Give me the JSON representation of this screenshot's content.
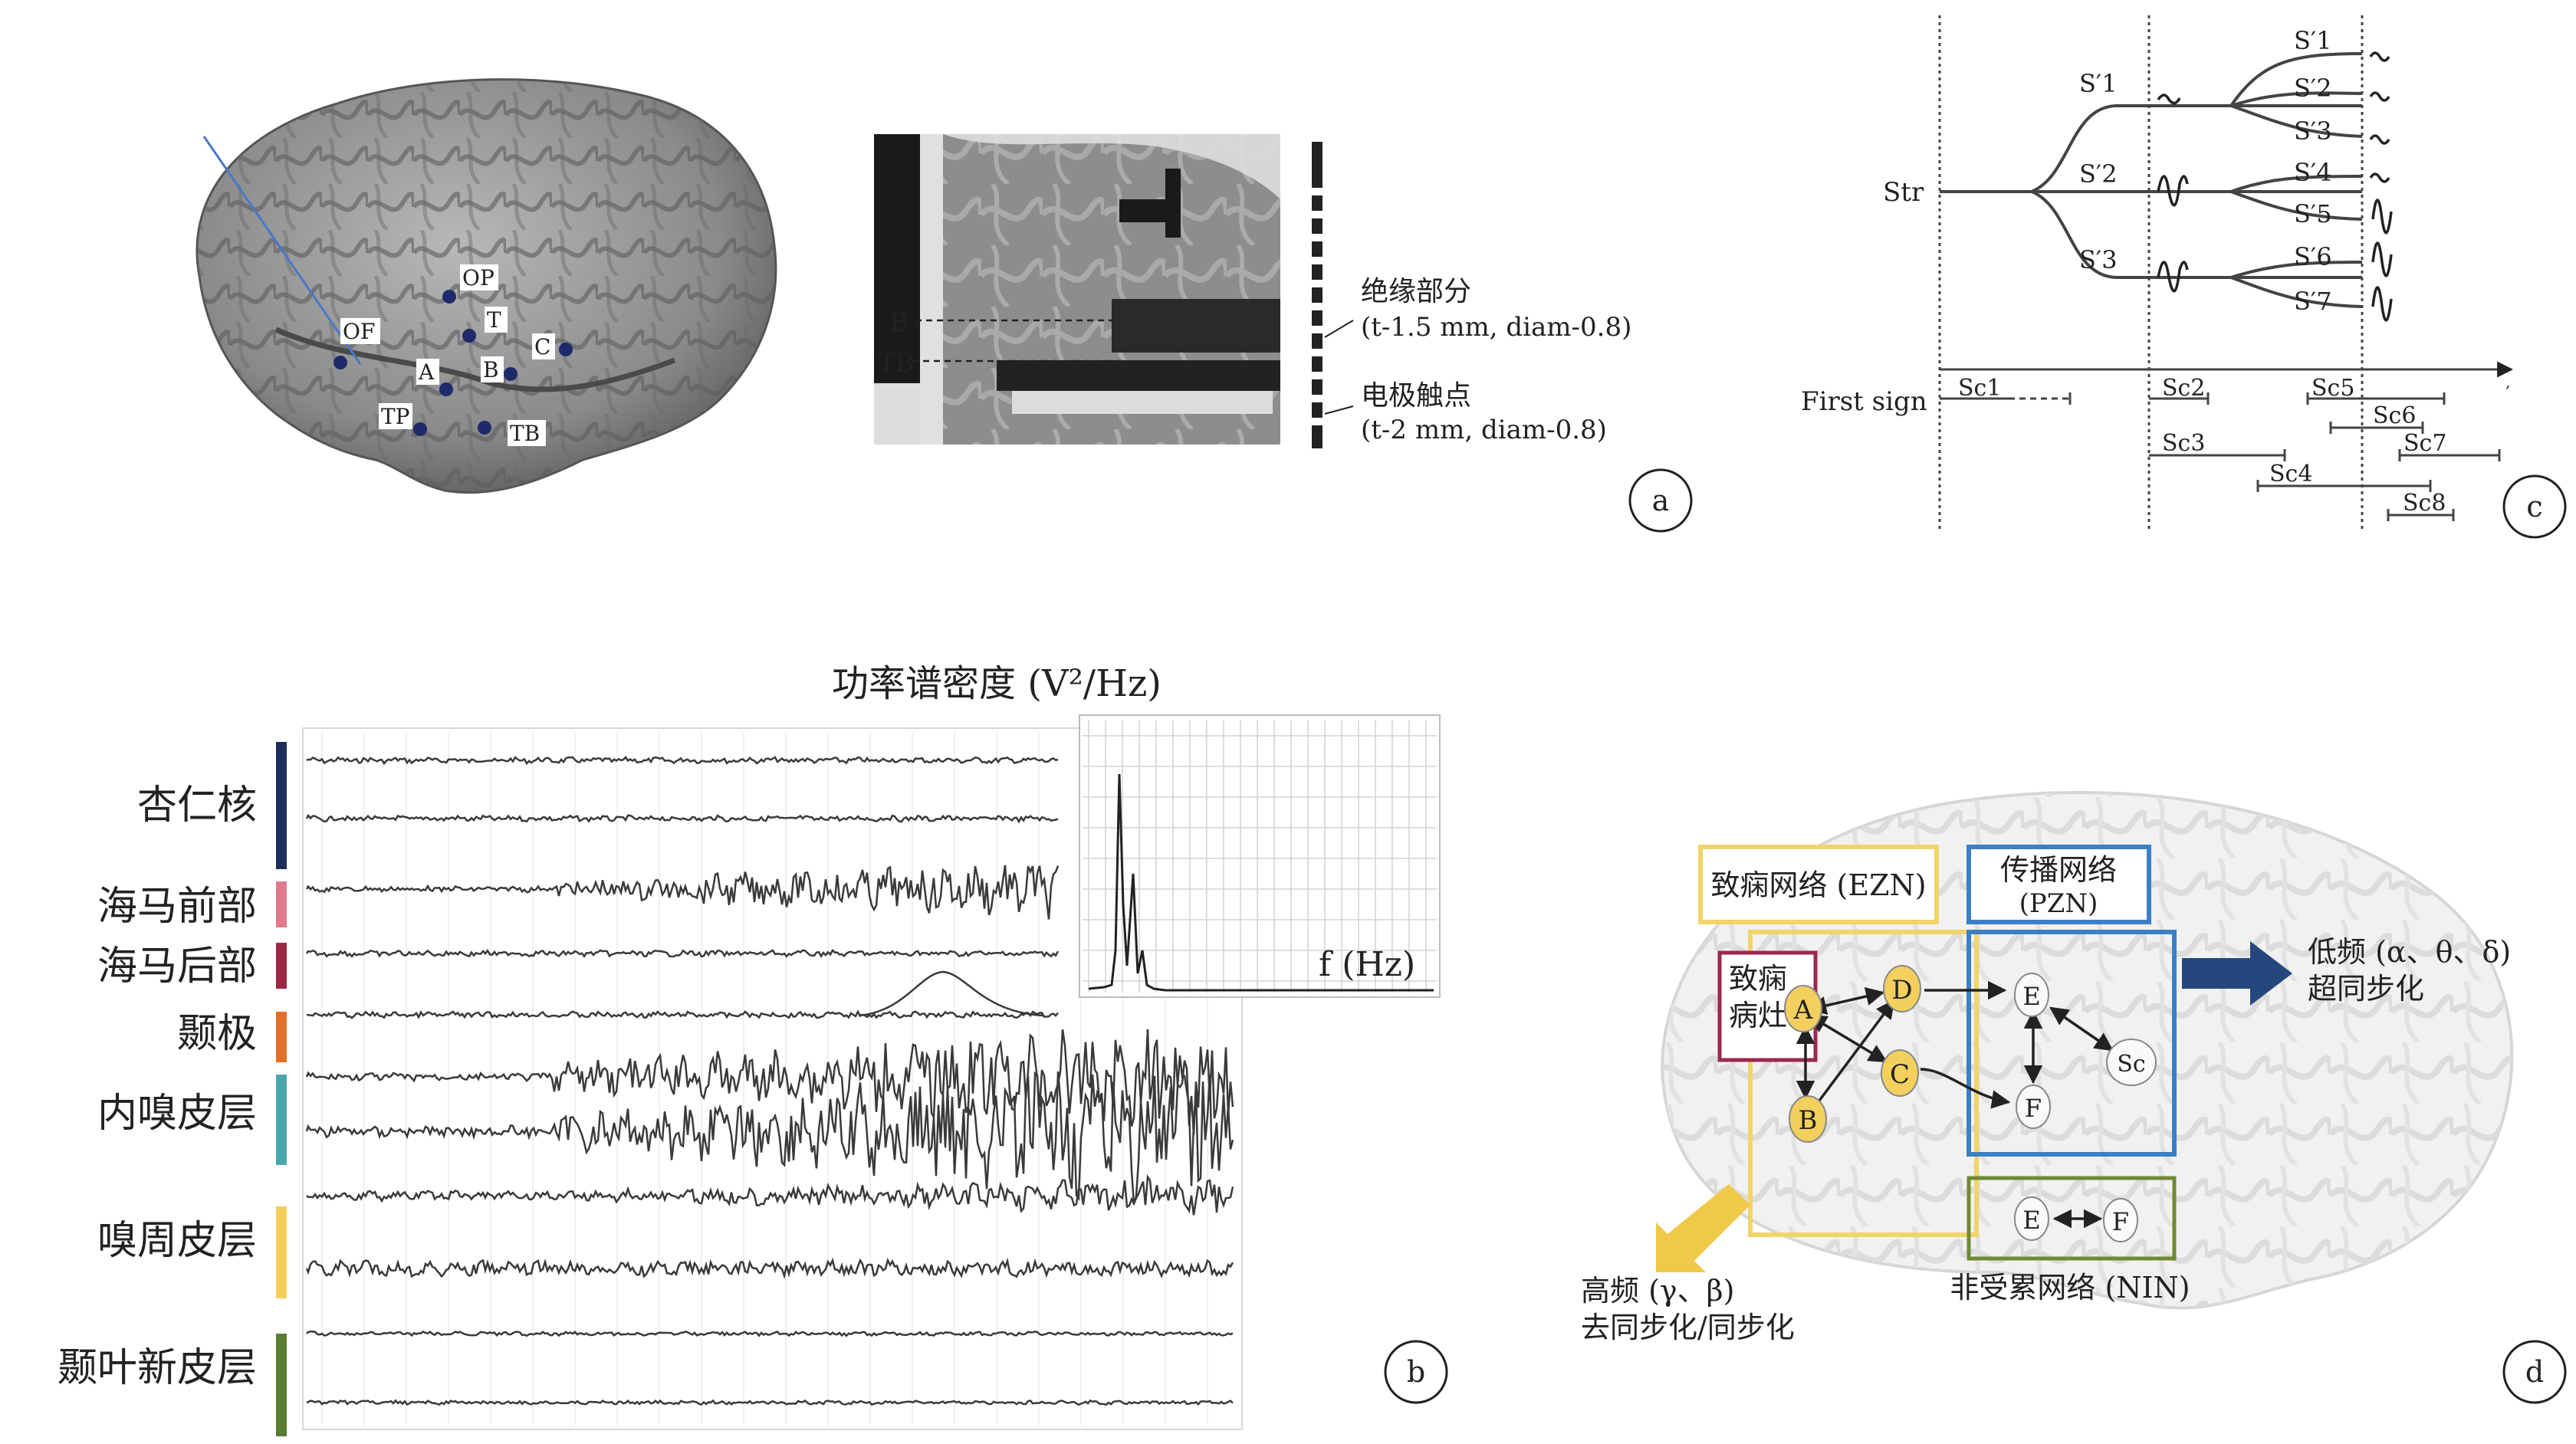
{
  "panels": {
    "a": {
      "letter": "a",
      "electrode_labels": [
        "OP",
        "T",
        "OF",
        "C",
        "A",
        "B",
        "TP",
        "TB"
      ],
      "mri_labels": {
        "b": "B",
        "tb": "TB"
      },
      "legend": {
        "insulation_title": "绝缘部分",
        "insulation_spec": "(t-1.5 mm, diam-0.8)",
        "contact_title": "电极触点",
        "contact_spec": "(t-2 mm, diam-0.8)"
      }
    },
    "b": {
      "letter": "b",
      "psd_title": "功率谱密度 (V²/Hz)",
      "freq_label": "f (Hz)",
      "regions": [
        {
          "label": "杏仁核",
          "color": "#1f2d5c"
        },
        {
          "label": "海马前部",
          "color": "#e07a8a"
        },
        {
          "label": "海马后部",
          "color": "#9c2742"
        },
        {
          "label": "颞极",
          "color": "#e2702a"
        },
        {
          "label": "内嗅皮层",
          "color": "#4aa6ad"
        },
        {
          "label": "嗅周皮层",
          "color": "#f2cf5b"
        },
        {
          "label": "颞叶新皮层",
          "color": "#5a7d34"
        }
      ]
    },
    "c": {
      "letter": "c",
      "str_label": "Str",
      "first_sign_label": "First sign",
      "s_labels": [
        "S′1",
        "S′2",
        "S′3",
        "S′1",
        "S′2",
        "S′3",
        "S′4",
        "S′5",
        "S′6",
        "S′7"
      ],
      "sc_labels": [
        "Sc1",
        "Sc2",
        "Sc3",
        "Sc4",
        "Sc5",
        "Sc6",
        "Sc7",
        "Sc8"
      ]
    },
    "d": {
      "letter": "d",
      "ezn_label": "致痫网络 (EZN)",
      "pzn_label_1": "传播网络",
      "pzn_label_2": "(PZN)",
      "focus_label_1": "致痫",
      "focus_label_2": "病灶",
      "low_freq_1": "低频 (α、θ、δ)",
      "low_freq_2": "超同步化",
      "high_freq_1": "高频 (γ、β)",
      "high_freq_2": "去同步化/同步化",
      "nin_label": "非受累网络 (NIN)",
      "nodes": {
        "a": "A",
        "b": "B",
        "c": "C",
        "d": "D",
        "e1": "E",
        "f1": "F",
        "sc": "Sc",
        "e2": "E",
        "f2": "F"
      },
      "colors": {
        "ezn": "#f1d46a",
        "pzn": "#3b7fc4",
        "nin": "#6f8a32",
        "focus": "#9c2752",
        "node": "#f3cf5e",
        "arrow_low": "#26477e",
        "arrow_high": "#f0c94a"
      }
    }
  }
}
